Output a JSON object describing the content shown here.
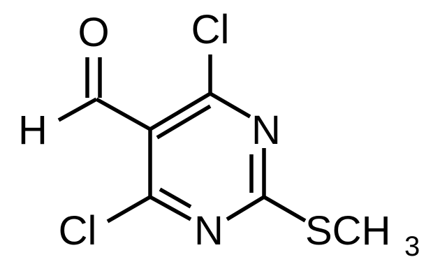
{
  "molecule": {
    "atoms": {
      "oxygen": "O",
      "hydrogen": "H",
      "chlorine_top": "Cl",
      "chlorine_bottom": "Cl",
      "nitrogen_upper": "N",
      "nitrogen_lower": "N",
      "methylthio_main": "SCH",
      "methylthio_subscript": "3"
    },
    "colors": {
      "bond": "#000000",
      "label": "#000000",
      "background": "#ffffff"
    }
  }
}
